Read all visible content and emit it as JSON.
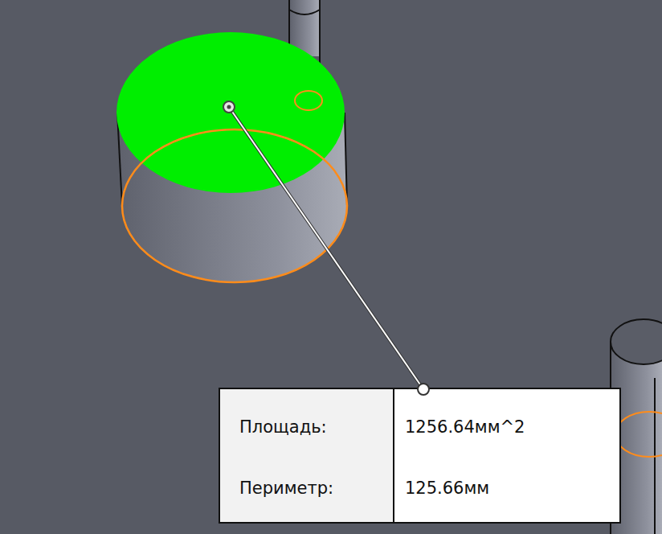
{
  "diagram": {
    "labels": [
      "Площадь:",
      "1256.64мм^2",
      "Периметр:",
      "125.66мм"
    ]
  }
}
